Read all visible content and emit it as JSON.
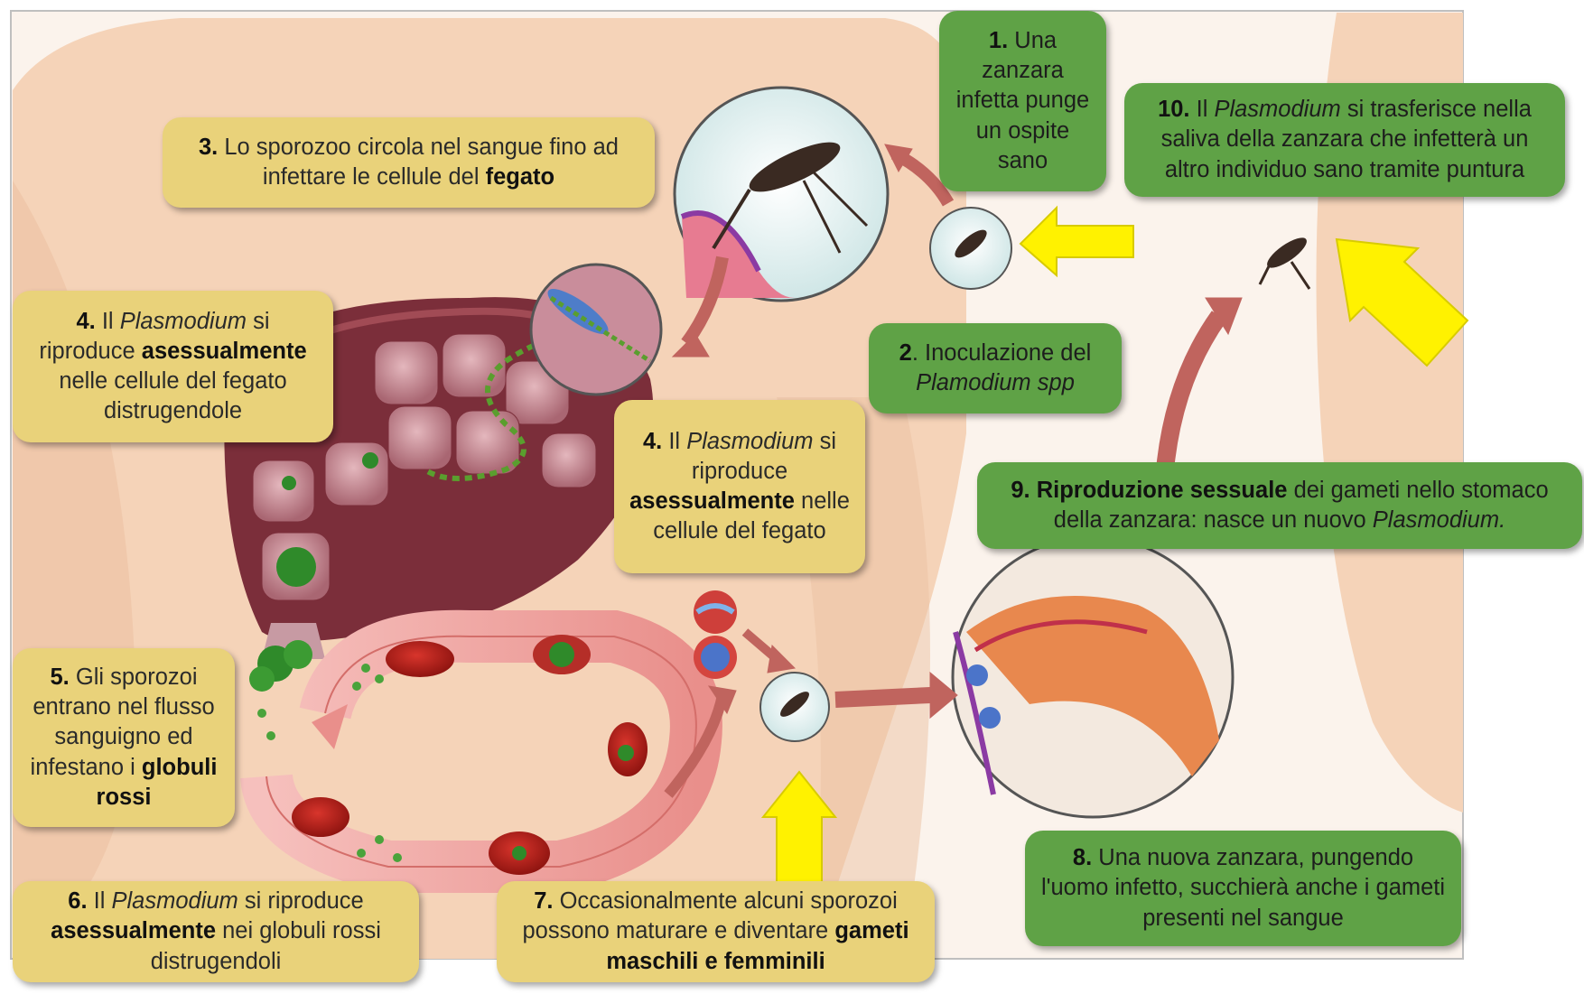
{
  "colors": {
    "skin": "#f5d3b8",
    "skin_dark": "#e8b99a",
    "liver": "#7b2e3a",
    "liver_light": "#a14b55",
    "yellow_box": "#e9d27a",
    "green_box": "#5fa246",
    "arrow_red": "#c0645e",
    "highlight_arrow": "#fff200",
    "blood_ring": "#f1a9a6"
  },
  "labels": {
    "step1": {
      "num": "1.",
      "text": "Una zanzara infetta punge un ospite sano"
    },
    "step2": {
      "num": "2",
      "text": ". Inoculazione del",
      "italic": "Plamodium spp"
    },
    "step3": {
      "num": "3.",
      "text": "Lo sporozoo circola nel sangue fino ad infettare le cellule del",
      "bold": "fegato"
    },
    "step4a": {
      "num": "4.",
      "pre": "Il",
      "italic": "Plasmodium",
      "post": "si riproduce",
      "bold": "asessualmente",
      "tail": "nelle cellule del fegato distrugendole"
    },
    "step4b": {
      "num": "4.",
      "pre": "Il",
      "italic": "Plasmodium",
      "post": "si riproduce",
      "bold": "asessualmente",
      "tail": "nelle cellule del fegato"
    },
    "step5": {
      "num": "5.",
      "text": "Gli sporozoi entrano nel flusso sanguigno ed infestano i",
      "bold": "globuli rossi"
    },
    "step6": {
      "num": "6.",
      "pre": "Il",
      "italic": "Plasmodium",
      "post": "si riproduce",
      "bold": "asessualmente",
      "tail": "nei globuli rossi distrugendoli"
    },
    "step7": {
      "num": "7.",
      "text": "Occasionalmente alcuni sporozoi possono maturare e diventare",
      "bold": "gameti maschili e femminili"
    },
    "step8": {
      "num": "8.",
      "text": "Una nuova zanzara, pungendo l'uomo infetto, succhierà anche i gameti presenti nel sangue"
    },
    "step9": {
      "num": "9.",
      "bold": "Riproduzione sessuale",
      "text": "dei gameti nello stomaco della zanzara: nasce un nuovo",
      "italic": "Plasmodium."
    },
    "step10": {
      "num": "10.",
      "pre": "Il",
      "italic": "Plasmodium",
      "text": "si trasferisce nella saliva della zanzara che infetterà un altro individuo sano tramite puntura"
    }
  }
}
